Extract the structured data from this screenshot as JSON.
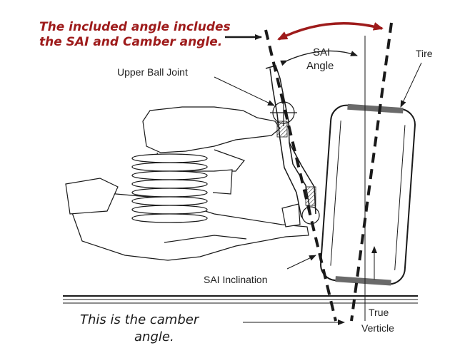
{
  "annotations": {
    "included_angle_line1": "The included angle includes",
    "included_angle_line2": "the SAI and Camber angle.",
    "sai_angle_line1": "SAI",
    "sai_angle_line2": "Angle",
    "tire": "Tire",
    "upper_ball_joint": "Upper Ball Joint",
    "sai_inclination": "SAI Inclination",
    "camber_line1": "This is the camber",
    "camber_line2": "angle.",
    "true_line1": "True",
    "true_line2": "Verticle"
  },
  "colors": {
    "accent_red": "#9e1b1b",
    "ink": "#1a1a1a",
    "tread": "#6a6a6a"
  }
}
